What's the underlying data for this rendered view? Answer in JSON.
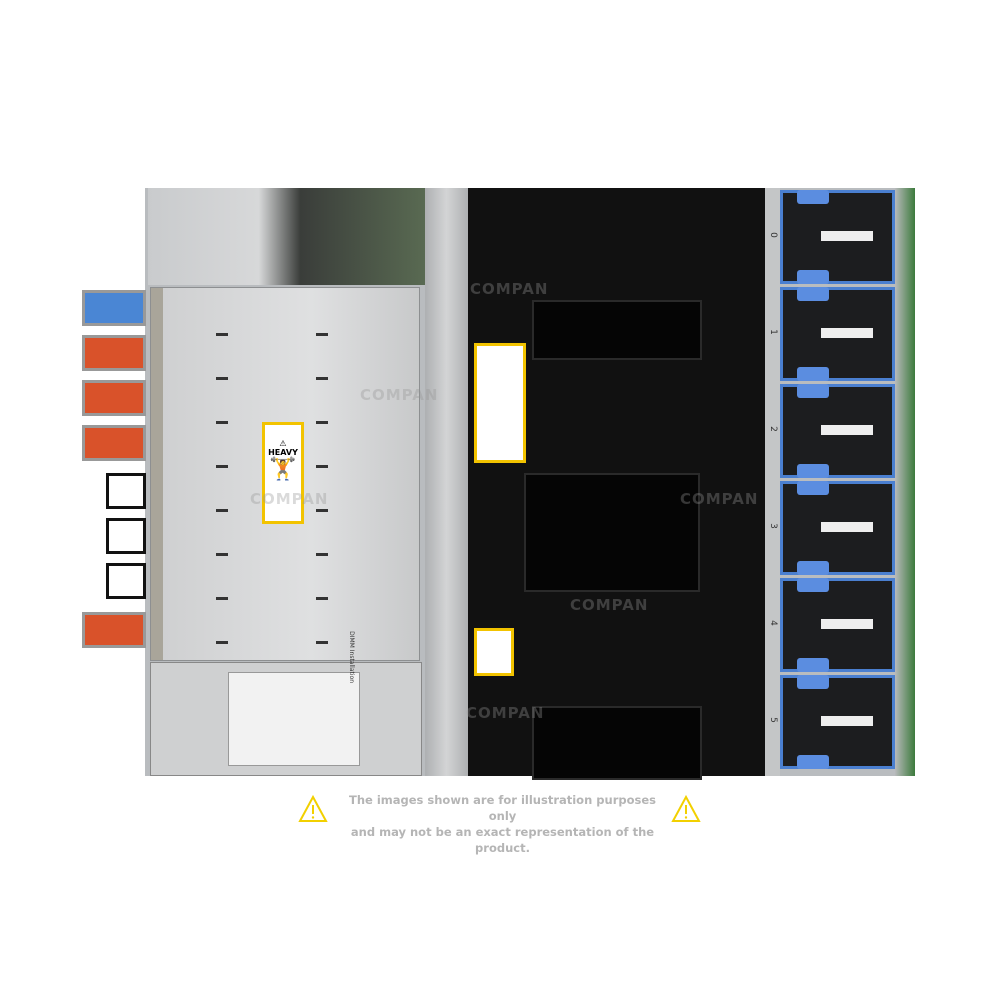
{
  "product_photo": {
    "warning_label": "HEAVY",
    "dimm_label": "DIMM Installation",
    "fan_numbers": [
      "0",
      "1",
      "2",
      "3",
      "4",
      "5"
    ],
    "watermark": "COMPAN",
    "colors": {
      "fan_frame": "#4a7fd0",
      "drive_handle_orange": "#d9522a",
      "drive_handle_blue": "#4a86d4",
      "warning_yellow": "#f2c300"
    }
  },
  "disclaimer": {
    "line1": "The images shown are for illustration purposes only",
    "line2": "and may not be an exact representation of the product.",
    "icon": "warning-triangle-icon"
  }
}
